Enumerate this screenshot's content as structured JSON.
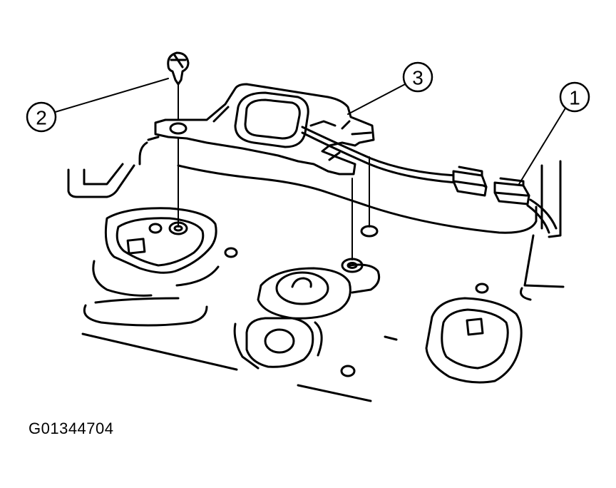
{
  "figure_id": "G01344704",
  "callouts": [
    {
      "label": "1",
      "part": "connector"
    },
    {
      "label": "2",
      "part": "screw"
    },
    {
      "label": "3",
      "part": "bracket"
    }
  ]
}
